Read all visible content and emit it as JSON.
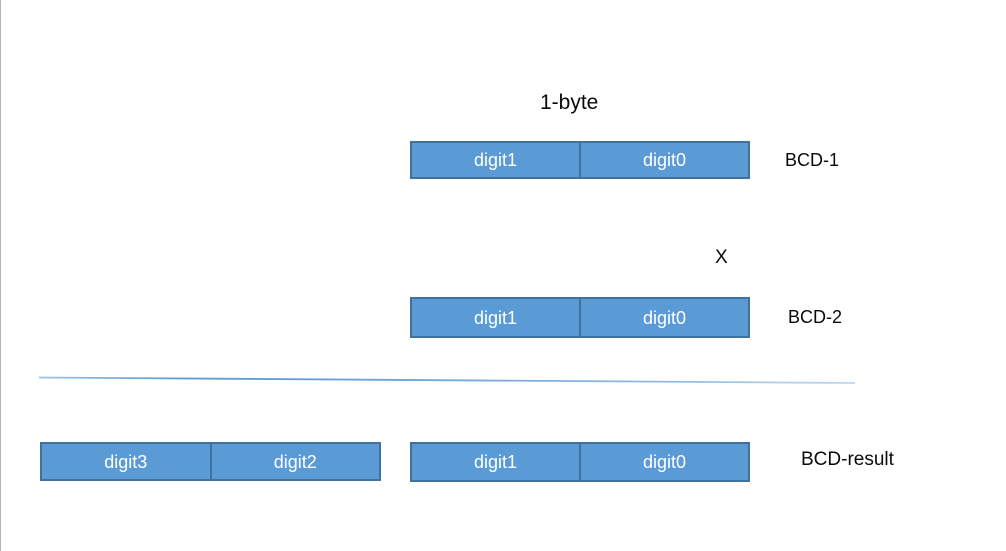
{
  "captions": {
    "byte_width": "1-byte",
    "operator": "X"
  },
  "operands": {
    "bcd1": {
      "label": "BCD-1",
      "cells": [
        "digit1",
        "digit0"
      ]
    },
    "bcd2": {
      "label": "BCD-2",
      "cells": [
        "digit1",
        "digit0"
      ]
    }
  },
  "result": {
    "label": "BCD-result",
    "high_byte_cells": [
      "digit3",
      "digit2"
    ],
    "low_byte_cells": [
      "digit1",
      "digit0"
    ]
  },
  "colors": {
    "box_fill": "#5B9BD5",
    "box_border": "#41719C",
    "box_text": "#FFFFFF",
    "label_text": "#0A0A0A",
    "rule_line": "#5B9BD5",
    "slide_edge": "#B3B3B3"
  }
}
